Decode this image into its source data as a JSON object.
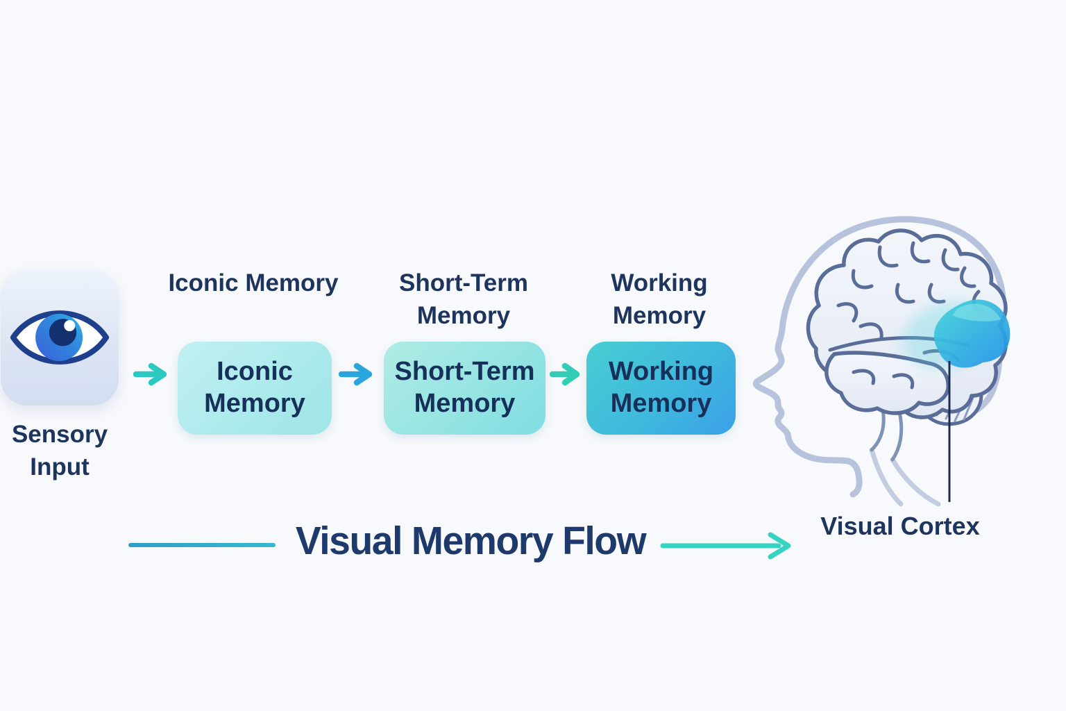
{
  "title": {
    "text": "Visual Memory Flow"
  },
  "sensory_input": {
    "icon": "eye-icon",
    "label_lines": [
      "Sensory",
      "Input"
    ]
  },
  "stages": [
    {
      "label_lines": [
        "Iconic Memory",
        ""
      ],
      "box_lines": [
        "Iconic",
        "Memory"
      ],
      "arrow_in_color": "#2cc9c1"
    },
    {
      "label_lines": [
        "Short-Term",
        "Memory"
      ],
      "box_lines": [
        "Short-Term",
        "Memory"
      ],
      "arrow_in_color": "#2ba5dd"
    },
    {
      "label_lines": [
        "Working",
        "Memory"
      ],
      "box_lines": [
        "Working",
        "Memory"
      ],
      "arrow_in_color": "#33ccb5"
    }
  ],
  "brain": {
    "label": "Visual Cortex",
    "highlight_region": "occipital-visual-cortex"
  },
  "flow_line": {
    "left_color": "#2f9fc8",
    "right_color": "#35d4c2"
  },
  "colors": {
    "background": "#f7f9fc",
    "text_navy": "#1d345f",
    "box1_gradient": [
      "#c2f0f2",
      "#9fe5e7"
    ],
    "box2_gradient": [
      "#b0ece5",
      "#7fdde2"
    ],
    "box3_gradient": [
      "#47ced2",
      "#3aa0e8"
    ],
    "eye_tile_gradient": [
      "#eef3fb",
      "#d4ddf0"
    ],
    "head_outline": "#b7c3dd",
    "brain_stroke": "#5a6d99",
    "highlight_cyan": "#46d6da",
    "highlight_blue": "#1f8fe8"
  }
}
